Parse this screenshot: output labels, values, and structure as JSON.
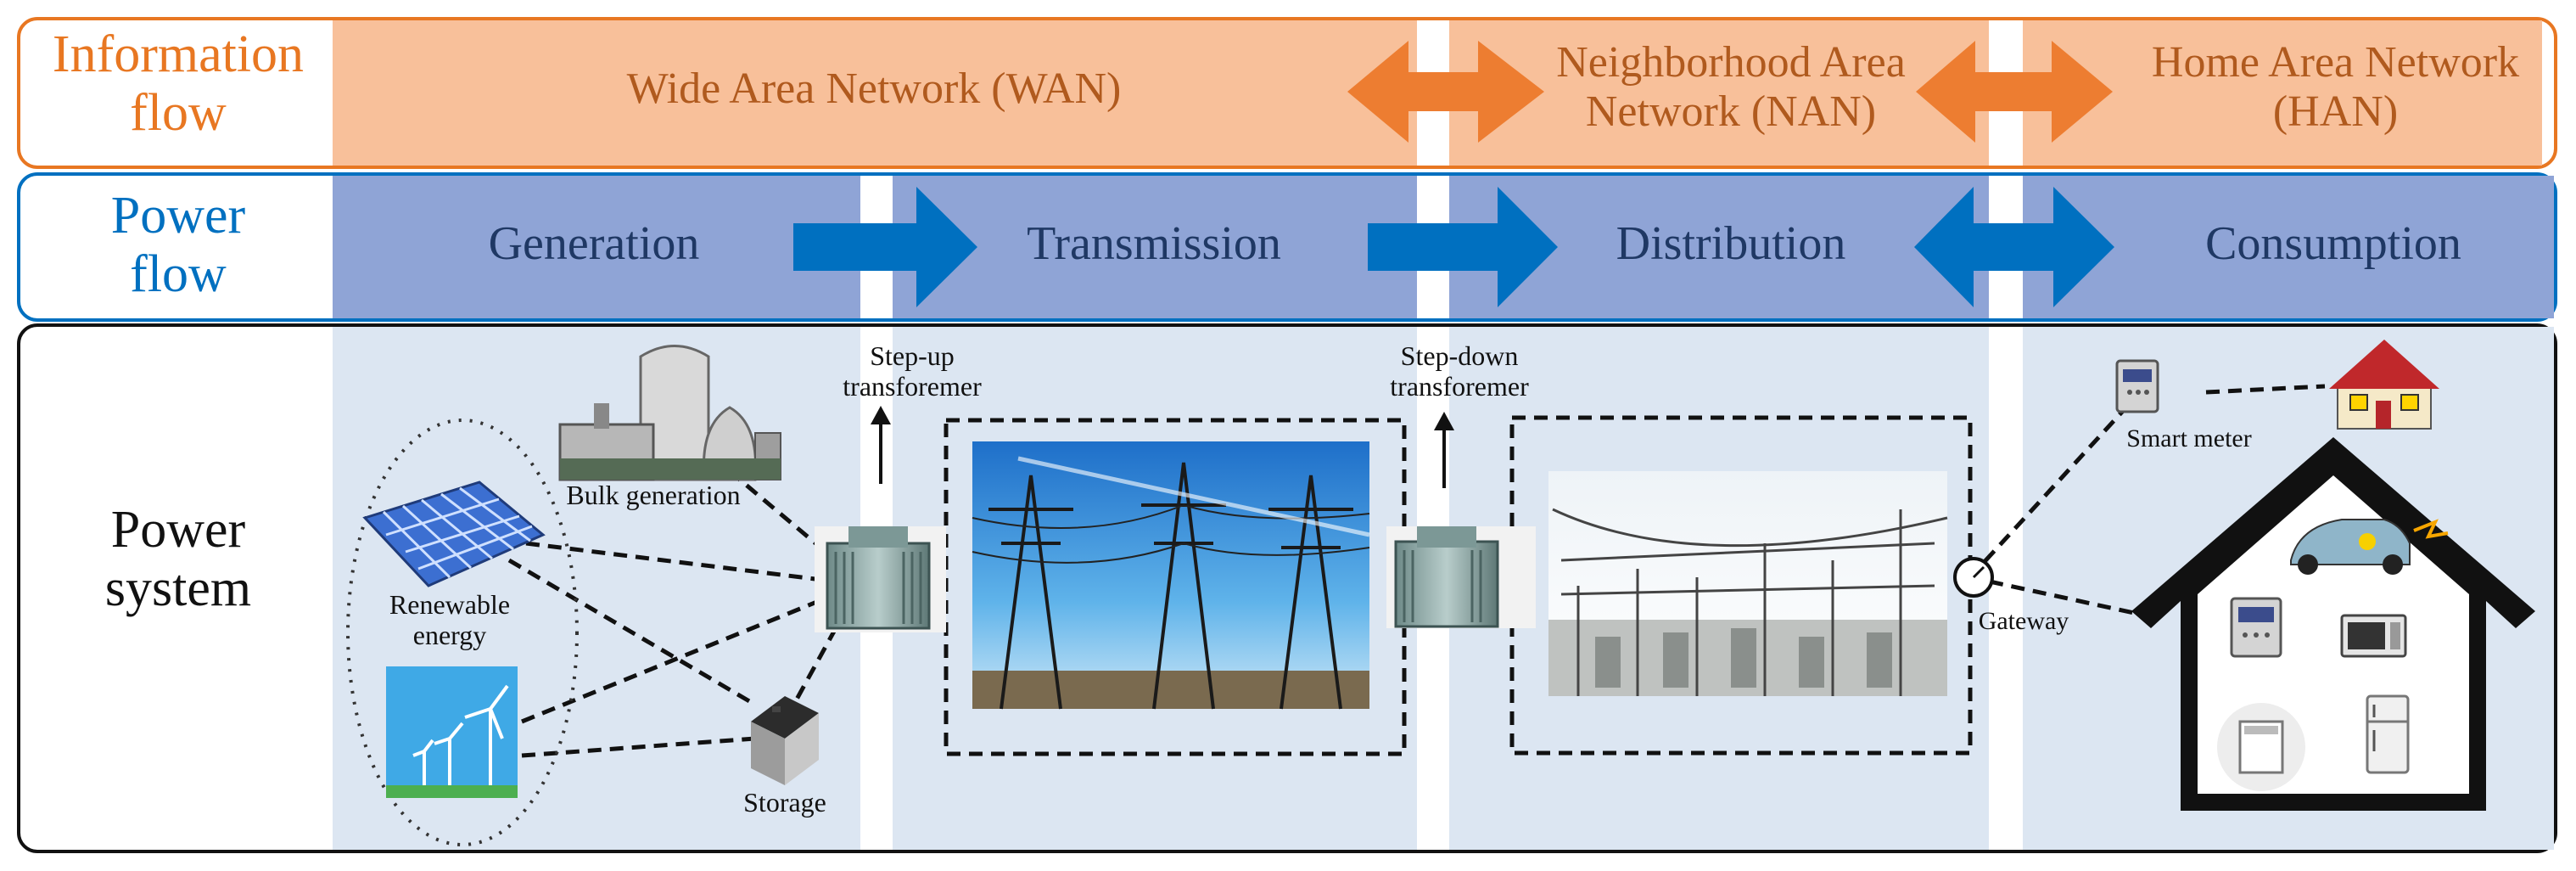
{
  "rows": {
    "information": {
      "title_line1": "Information",
      "title_line2": "flow",
      "color": "#E87722"
    },
    "power": {
      "title_line1": "Power",
      "title_line2": "flow",
      "color": "#0070C0"
    },
    "system": {
      "title_line1": "Power",
      "title_line2": "system"
    }
  },
  "networks": {
    "wan": "Wide Area Network (WAN)",
    "nan_line1": "Neighborhood Area",
    "nan_line2": "Network (NAN)",
    "han_line1": "Home Area Network",
    "han_line2": "(HAN)"
  },
  "power_stages": {
    "generation": "Generation",
    "transmission": "Transmission",
    "distribution": "Distribution",
    "consumption": "Consumption"
  },
  "components": {
    "step_up_line1": "Step-up",
    "step_up_line2": "transforemer",
    "step_down_line1": "Step-down",
    "step_down_line2": "transforemer",
    "bulk_generation": "Bulk generation",
    "renewable_line1": "Renewable",
    "renewable_line2": "energy",
    "storage": "Storage",
    "smart_meter": "Smart meter",
    "gateway": "Gateway"
  },
  "colors": {
    "info_band": "#F8C09A",
    "info_border": "#E87722",
    "power_band": "#8FA4D6",
    "power_border": "#0070C0",
    "system_band": "#DCE6F2",
    "arrow_orange": "#ED7D31",
    "arrow_blue": "#0070C0"
  },
  "icons": [
    "nuclear-plant-icon",
    "solar-panel-icon",
    "wind-turbine-icon",
    "battery-icon",
    "transformer-icon",
    "transmission-tower-photo",
    "substation-photo",
    "smart-meter-icon",
    "house-icon",
    "electric-car-icon",
    "microwave-icon",
    "washing-machine-icon",
    "refrigerator-icon",
    "gateway-icon"
  ]
}
